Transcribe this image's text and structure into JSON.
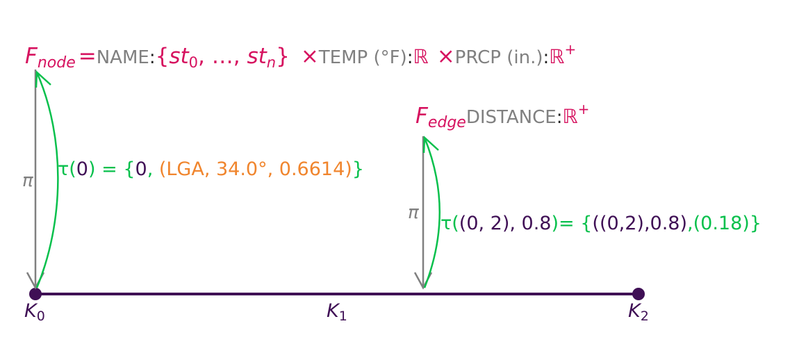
{
  "colors": {
    "magenta": "#d6125f",
    "gray": "#808080",
    "green": "#08c04c",
    "purple": "#3f0f55",
    "orange": "#f0852d",
    "black": "#222222"
  },
  "node_fiber": {
    "F": "F",
    "sub": "node",
    "eq": "=",
    "name_label": "NAME",
    "colon": ":",
    "set_open": "{",
    "st": "st",
    "sub0": "0",
    "sep": ", …, ",
    "subn": "n",
    "set_close": "}",
    "times1": "×",
    "temp_label": "TEMP (°F)",
    "real": "ℝ",
    "times2": "×",
    "prcp_label": "PRCP (in.)",
    "real_plus": "ℝ",
    "plus": "+"
  },
  "edge_fiber": {
    "F": "F",
    "sub": "edge",
    "distance_label": "DISTANCE",
    "colon": ":",
    "real_plus": "ℝ",
    "plus": "+"
  },
  "pi_label": "π",
  "tau_node": {
    "tau_open": "τ(",
    "arg": "0",
    "tau_close": ")",
    "eq_open": " = {",
    "val0": "0",
    "comma": ", ",
    "record": "(LGA, 34.0°, 0.6614)",
    "close": "}"
  },
  "tau_edge": {
    "tau_open": "τ(",
    "arg": "(0, 2), 0.8",
    "eq_open": ")= {",
    "val": "((0,2),0.8)",
    "rest": ",(0.18)}"
  },
  "nodes": [
    {
      "label": "K",
      "sub": "0"
    },
    {
      "label": "K",
      "sub": "1"
    },
    {
      "label": "K",
      "sub": "2"
    }
  ]
}
